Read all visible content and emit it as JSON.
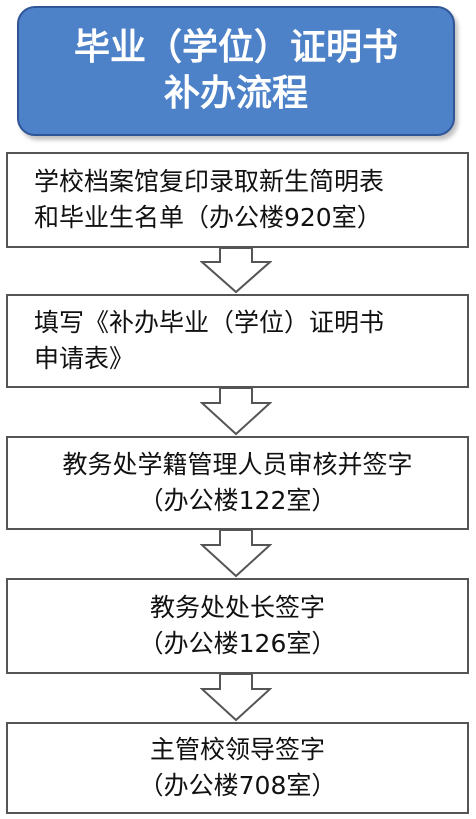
{
  "title": {
    "line1": "毕业（学位）证明书",
    "line2": "补办流程"
  },
  "steps": [
    {
      "line1": "学校档案馆复印录取新生简明表",
      "line2": "和毕业生名单（办公楼920室）"
    },
    {
      "line1": "填写《补办毕业（学位）证明书",
      "line2": "申请表》"
    },
    {
      "line1": "教务处学籍管理人员审核并签字",
      "line2": "（办公楼122室）"
    },
    {
      "line1": "教务处处长签字",
      "line2": "（办公楼126室）"
    },
    {
      "line1": "主管校领导签字",
      "line2": "（办公楼708室）"
    }
  ],
  "colors": {
    "title_fill": "#4e82c8",
    "title_border": "#2f5597",
    "box_border": "#555555"
  }
}
